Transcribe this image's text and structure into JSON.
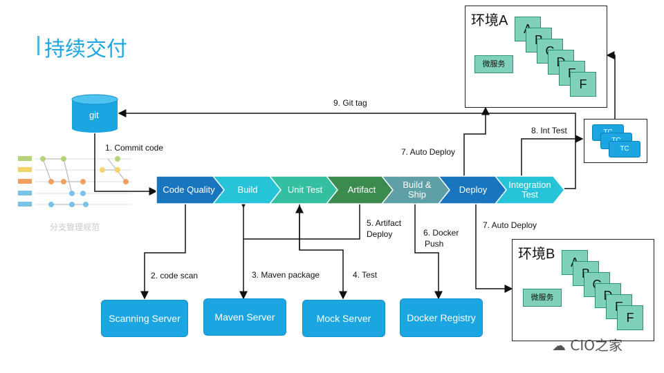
{
  "title": "持续交付",
  "git": {
    "label": "git"
  },
  "branch_caption": "分支管理规范",
  "pipeline": [
    {
      "label": "Code Quality",
      "color": "#1a75bf"
    },
    {
      "label": "Build",
      "color": "#27c3d9"
    },
    {
      "label": "Unit Test",
      "color": "#33bfa0"
    },
    {
      "label": "Artifact",
      "color": "#3b8a4e"
    },
    {
      "label": "Build & Ship",
      "color": "#5fa0a6"
    },
    {
      "label": "Deploy",
      "color": "#1a75bf"
    },
    {
      "label": "Integration Test",
      "color": "#27c3d9"
    }
  ],
  "servers": [
    {
      "label": "Scanning Server"
    },
    {
      "label": "Maven Server"
    },
    {
      "label": "Mock Server"
    },
    {
      "label": "Docker Registry"
    }
  ],
  "steps": {
    "s1": "1. Commit code",
    "s2": "2. code scan",
    "s3": "3. Maven package",
    "s4": "4. Test",
    "s5a": "5. Artifact",
    "s5b": "Deploy",
    "s6a": "6. Docker",
    "s6b": "Push",
    "s7a": "7. Auto Deploy",
    "s7b": "7. Auto Deploy",
    "s8": "8. Int Test",
    "s9": "9. Git tag"
  },
  "envA": {
    "label": "环境A",
    "micro": "微服务",
    "cards": [
      "A",
      "B",
      "C",
      "D",
      "E",
      "F"
    ]
  },
  "envB": {
    "label": "环境B",
    "micro": "微服务",
    "cards": [
      "A",
      "B",
      "C",
      "D",
      "E",
      "F"
    ]
  },
  "tc": {
    "cards": [
      "TC",
      "TC",
      "TC"
    ]
  },
  "watermark": "CIO之家"
}
